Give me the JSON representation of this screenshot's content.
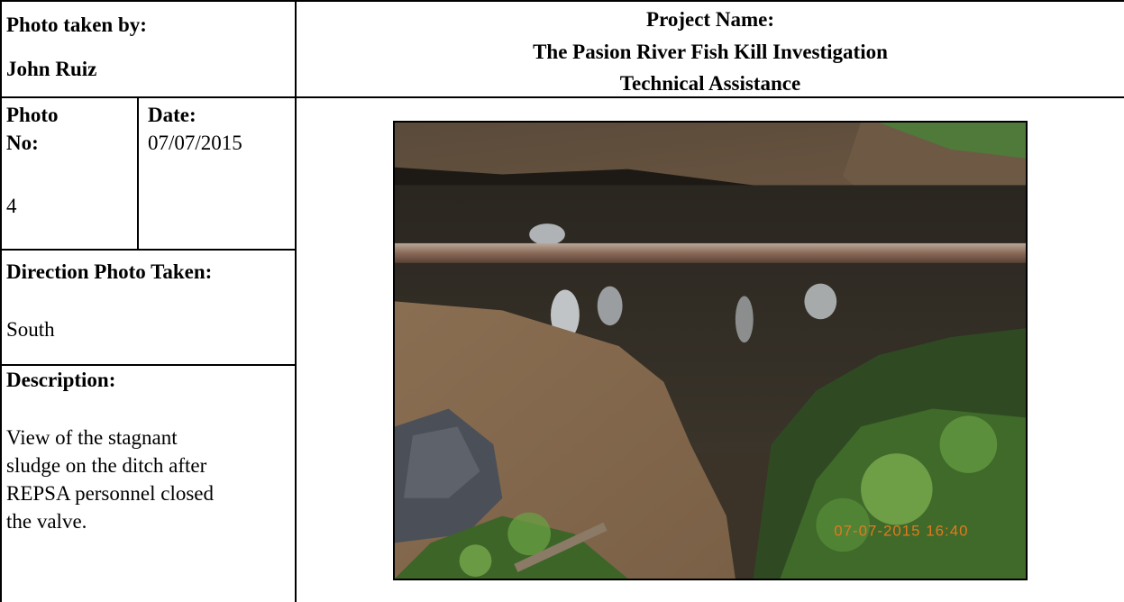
{
  "header": {
    "photo_taken_by_label": "Photo taken by:",
    "photographer": "John Ruiz",
    "project_name_label": "Project Name:",
    "project_title": "The Pasion River Fish Kill Investigation",
    "project_subtitle": "Technical Assistance"
  },
  "photo_info": {
    "photo_no_label_1": "Photo",
    "photo_no_label_2": "No:",
    "photo_no": "4",
    "date_label": "Date:",
    "date": "07/07/2015"
  },
  "direction": {
    "label": "Direction Photo Taken:",
    "value": "South"
  },
  "description": {
    "label": "Description:",
    "lines": [
      "View of the stagnant",
      "sludge on the ditch after",
      "REPSA personnel closed",
      "the valve."
    ]
  },
  "photo": {
    "timestamp": "07-07-2015 16:40",
    "timestamp_color": "#e07a1f"
  }
}
